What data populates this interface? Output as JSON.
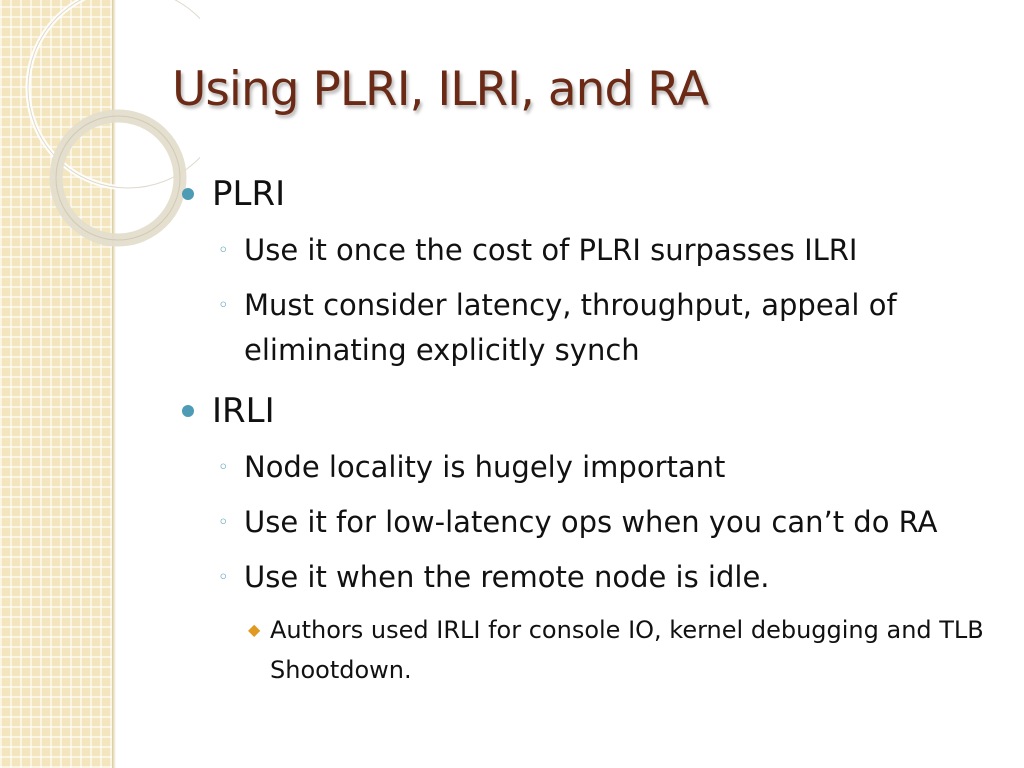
{
  "title": "Using PLRI, ILRI, and RA",
  "colors": {
    "title": "#6b2a16",
    "bullet_primary": "#4d9bb4",
    "bullet_tertiary": "#e09a22",
    "side_panel": "#f3e6bf"
  },
  "sections": [
    {
      "heading": "PLRI",
      "items": [
        {
          "text": "Use it once the cost of PLRI surpasses ILRI"
        },
        {
          "text": "Must consider latency, throughput, appeal of eliminating explicitly synch"
        }
      ]
    },
    {
      "heading": "IRLI",
      "items": [
        {
          "text": "Node locality is hugely important"
        },
        {
          "text": "Use it for low-latency ops when you can’t do RA"
        },
        {
          "text": "Use it when the remote node is idle.",
          "subitems": [
            {
              "text": "Authors used IRLI for console IO, kernel debugging and TLB Shootdown."
            }
          ]
        }
      ]
    }
  ]
}
